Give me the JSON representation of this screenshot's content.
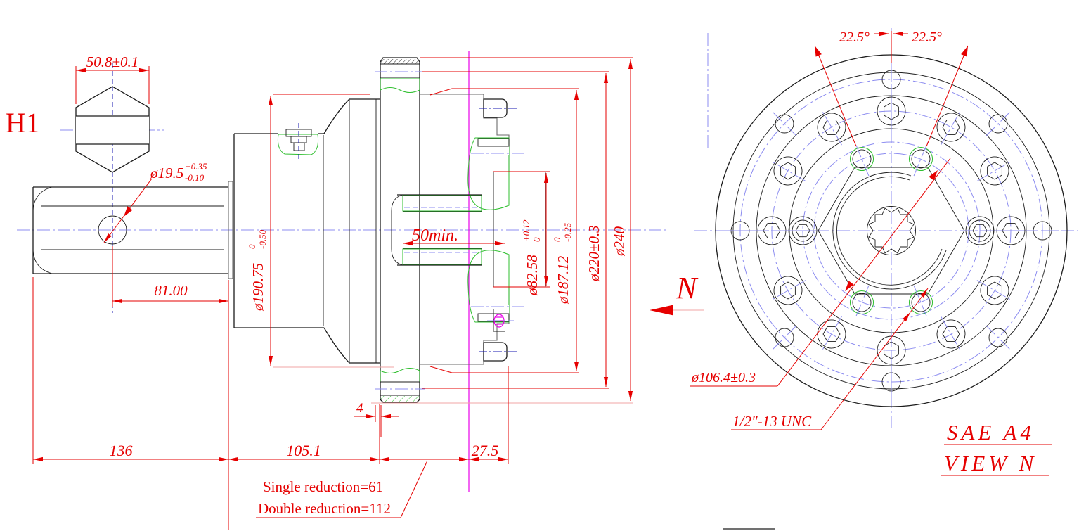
{
  "drawing": {
    "type": "engineering-cad-drawing",
    "colors": {
      "dimension_red": "#e60000",
      "pale_red": "#f2a6a6",
      "hatch_green": "#2fbf2f",
      "centerline_blue": "#8c8cf0",
      "dark_blue": "#1818b0",
      "cutting_plane_magenta": "#e800e8",
      "outline_black": "#1c1c1c"
    }
  },
  "detail_view": {
    "label": "H1",
    "width_dim": "50.8±0.1",
    "hole_dia": "ø19.5",
    "hole_tol_plus": "+0.35",
    "hole_tol_minus": "-0.10",
    "hole_offset": "81.00"
  },
  "section_view": {
    "shaft_length": "136",
    "housing_length": "105.1",
    "face_offset": "27.5",
    "flange_gap": "4",
    "spline_depth": "50min.",
    "pilot_dia": "ø190.75",
    "pilot_tol_upper": "0",
    "pilot_tol_lower": "-0.50",
    "spigot_dia": "ø82.58",
    "spigot_tol_upper": "+0.12",
    "spigot_tol_lower": "0",
    "motor_pilot_dia": "ø187.12",
    "motor_pilot_tol_upper": "0",
    "motor_pilot_tol_lower": "-0.25",
    "bolt_circle_dia": "ø220±0.3",
    "outer_dia": "ø240",
    "note_single": "Single reduction=61",
    "note_double": "Double reduction=112"
  },
  "end_view": {
    "direction_label": "N",
    "angle_left": "22.5°",
    "angle_right": "22.5°",
    "thread_circle_dia": "ø106.4±0.3",
    "thread_spec": "1/2\"-13 UNC",
    "standard": "SAE A4",
    "view_name": "VIEW N"
  }
}
